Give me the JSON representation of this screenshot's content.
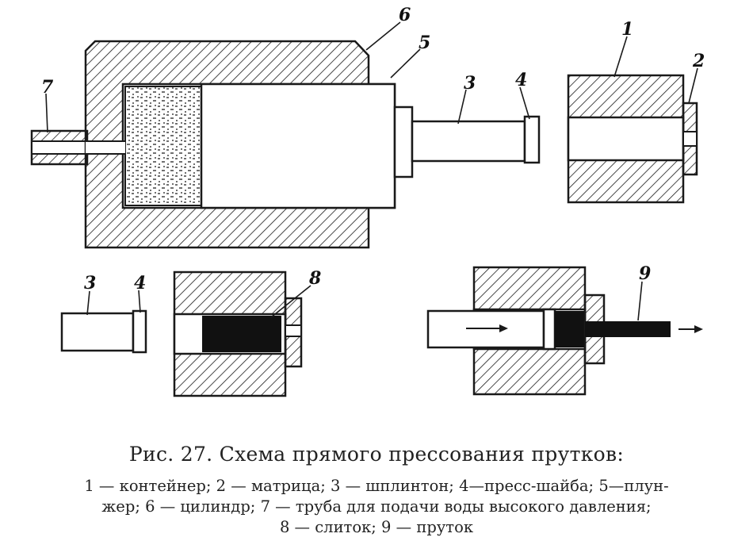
{
  "labels": {
    "l1": "1",
    "l2": "2",
    "l3": "3",
    "l4": "4",
    "l5": "5",
    "l6": "6",
    "l7": "7",
    "l3b": "3",
    "l4b": "4",
    "l8": "8",
    "l9": "9"
  },
  "caption": "Рис. 27. Схема прямого прессования прутков:",
  "legend": {
    "line1": "1 — контейнер; 2 — матрица; 3 — шплинтон; 4—пресс-шайба; 5—плун-",
    "line2": "жер; 6 — цилиндр; 7 — труба для подачи воды высокого давления;",
    "line3": "8 — слиток; 9 — пруток"
  },
  "colors": {
    "ink": "#1a1a1a",
    "paper": "#ffffff"
  }
}
